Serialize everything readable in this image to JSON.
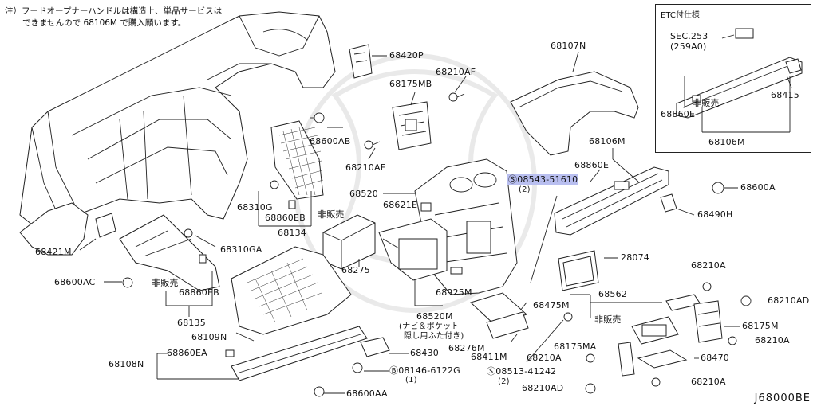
{
  "note": {
    "line1": "注）フードオープナーハンドルは構造上、単品サービスは",
    "line2": "できませんので 68106M で購入願います。"
  },
  "diagram_code": "J68000BE",
  "etc": {
    "title": "ETC付仕様",
    "sec": "SEC.253",
    "sec_sub": "(259A0)",
    "not_sold": "非販売",
    "labels": [
      "68860E",
      "68415",
      "68106M"
    ]
  },
  "labels": {
    "p68420P": "68420P",
    "p68210AF_top": "68210AF",
    "p68175MB": "68175MB",
    "p68107N": "68107N",
    "p68600AB": "68600AB",
    "p68210AF_mid": "68210AF",
    "p68106M": "68106M",
    "p68860E": "68860E",
    "p08543": "08543-51610",
    "p08543_qty": "(2)",
    "p68600A": "68600A",
    "p68520": "68520",
    "p68621E": "68621E",
    "p68310G": "68310G",
    "p68860EB_top": "68860EB",
    "not_sold_1": "非販売",
    "p68134": "68134",
    "p68490H": "68490H",
    "p68421M": "68421M",
    "p68310GA": "68310GA",
    "p68275": "68275",
    "p28074": "28074",
    "p68600AC": "68600AC",
    "not_sold_2": "非販売",
    "p68860EB": "68860EB",
    "p68925M": "68925M",
    "p68210A_1": "68210A",
    "p68562": "68562",
    "p68475M": "68475M",
    "p68210AD_1": "68210AD",
    "p68135": "68135",
    "p68520M": "68520M",
    "p68520M_note1": "(ナビ＆ポケット",
    "p68520M_note2": "隠し用ふた付き)",
    "not_sold_3": "非販売",
    "p68175M": "68175M",
    "p68109N": "68109N",
    "p68276M": "68276M",
    "p68411M": "68411M",
    "p68175MA": "68175MA",
    "p68210A_2": "68210A",
    "p68860EA": "68860EA",
    "p68430": "68430",
    "p68470": "68470",
    "p68108N": "68108N",
    "p08146": "08146-6122G",
    "p08146_qty": "(1)",
    "p68210A_3": "68210A",
    "p08513": "08513-41242",
    "p08513_qty": "(2)",
    "p68600AA": "68600AA",
    "p68210AD_2": "68210AD",
    "p68210A_4": "68210A"
  }
}
